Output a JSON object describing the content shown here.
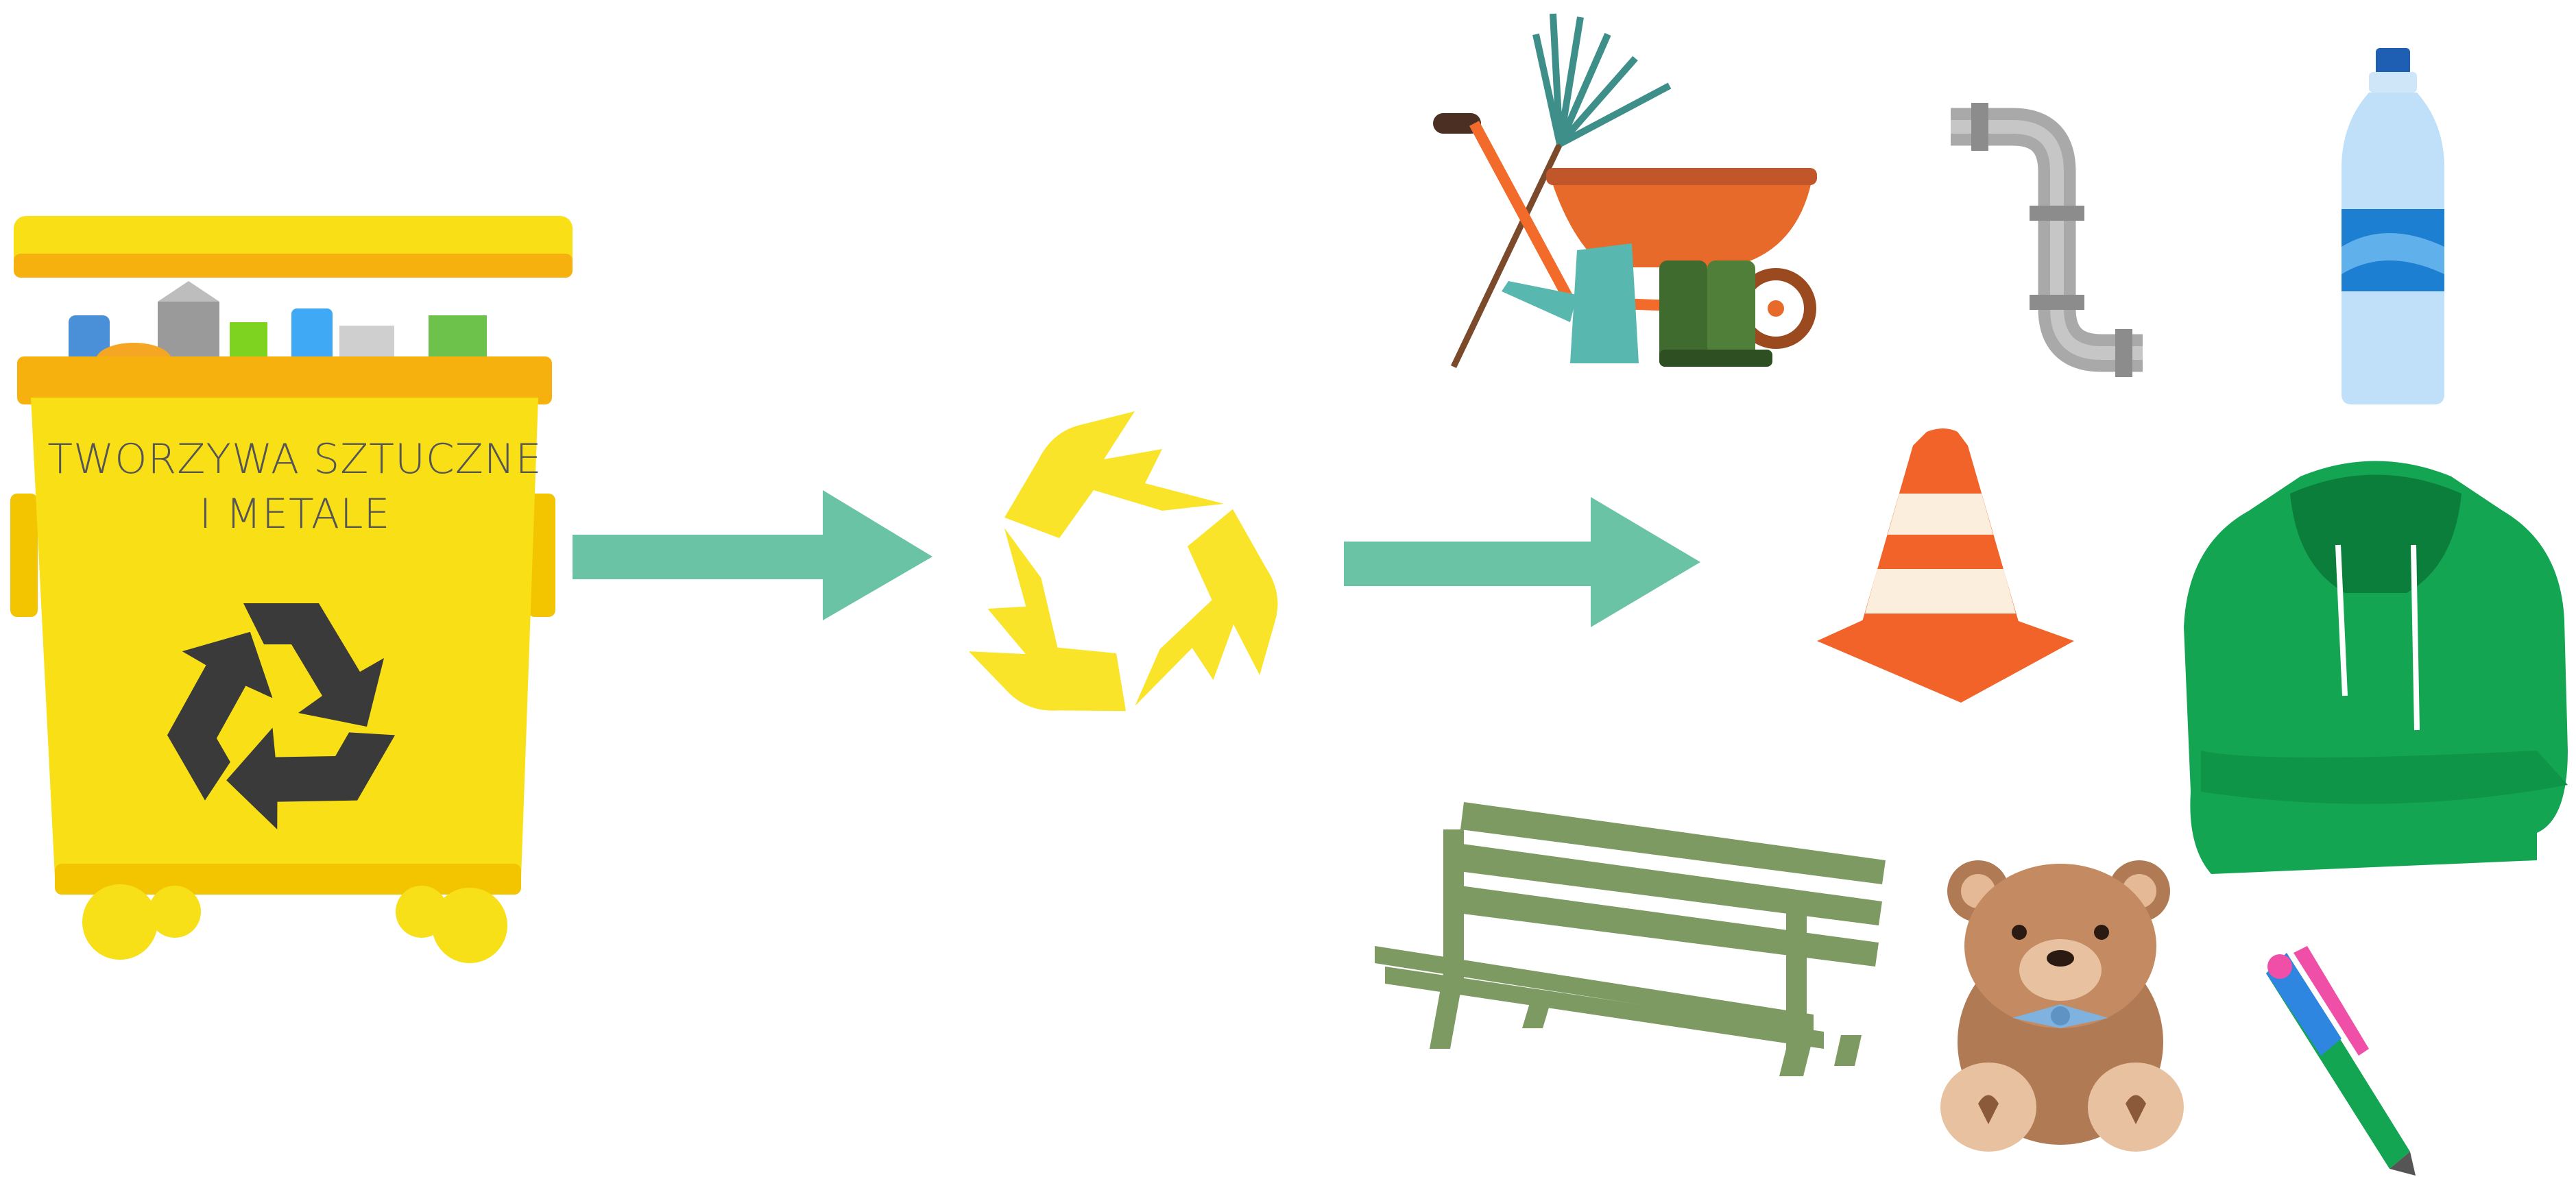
{
  "bin": {
    "label_line1": "TWORZYWA SZTUCZNE",
    "label_line2": "I METALE"
  },
  "colors": {
    "bin_yellow": "#F9E016",
    "bin_shade": "#F2C500",
    "bin_lid_orange": "#F6B10E",
    "label_text": "#555555",
    "recycle_dark": "#3a3a3a",
    "arrow_teal": "#6BC3A6",
    "recycle_yellow": "#F9E42A",
    "wheel_yellow": "#F7E017"
  },
  "flow": {
    "steps": [
      "recycling-bin-icon",
      "recycling-icon",
      "recycled-products"
    ]
  },
  "products": [
    "garden-tools-icon",
    "pipe-icon",
    "water-bottle-icon",
    "traffic-cone-icon",
    "hoodie-icon",
    "park-bench-icon",
    "teddy-bear-icon",
    "pen-icon"
  ]
}
